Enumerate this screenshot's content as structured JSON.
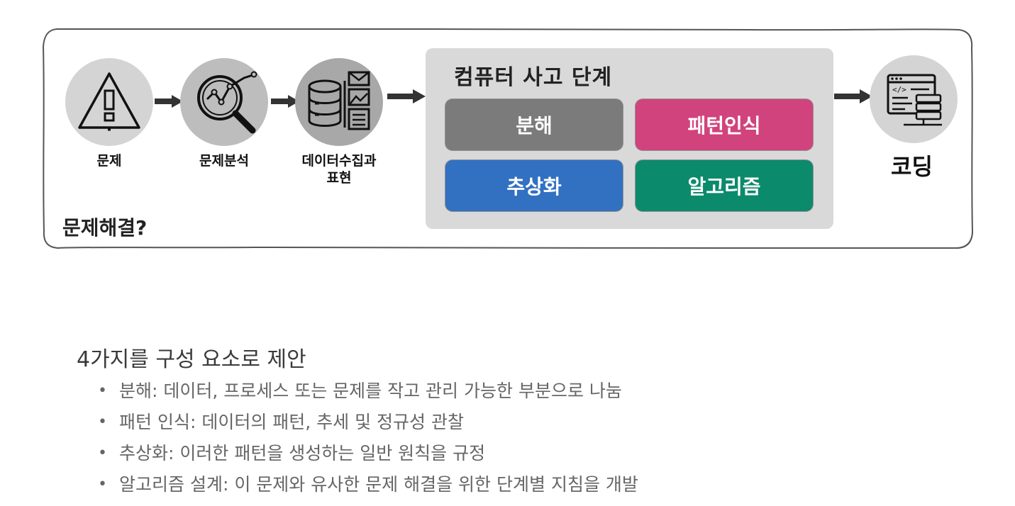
{
  "flow": {
    "steps": [
      {
        "label": "문제",
        "icon": "warning-icon"
      },
      {
        "label": "문제분석",
        "icon": "magnifier-chart-icon"
      },
      {
        "label": "데이터수집과\n표현",
        "icon": "database-documents-icon"
      }
    ],
    "computational_thinking": {
      "title": "컴퓨터 사고 단계",
      "boxes": [
        {
          "label": "분해",
          "color": "#7b7b7b"
        },
        {
          "label": "패턴인식",
          "color": "#d1437c"
        },
        {
          "label": "추상화",
          "color": "#3270c2"
        },
        {
          "label": "알고리즘",
          "color": "#0b8a6c"
        }
      ]
    },
    "final_step": {
      "label": "코딩",
      "icon": "code-window-icon"
    },
    "caption": "문제해결?"
  },
  "proposal": {
    "heading": "4가지를 구성 요소로 제안",
    "items": [
      "분해: 데이터, 프로세스 또는 문제를 작고 관리 가능한 부분으로 나눔",
      "패턴 인식: 데이터의 패턴, 추세 및 정규성 관찰",
      "추상화: 이러한 패턴을 생성하는 일반 원칙을 규정",
      "알고리즘 설계: 이 문제와 유사한 문제 해결을 위한 단계별 지침을 개발"
    ]
  }
}
